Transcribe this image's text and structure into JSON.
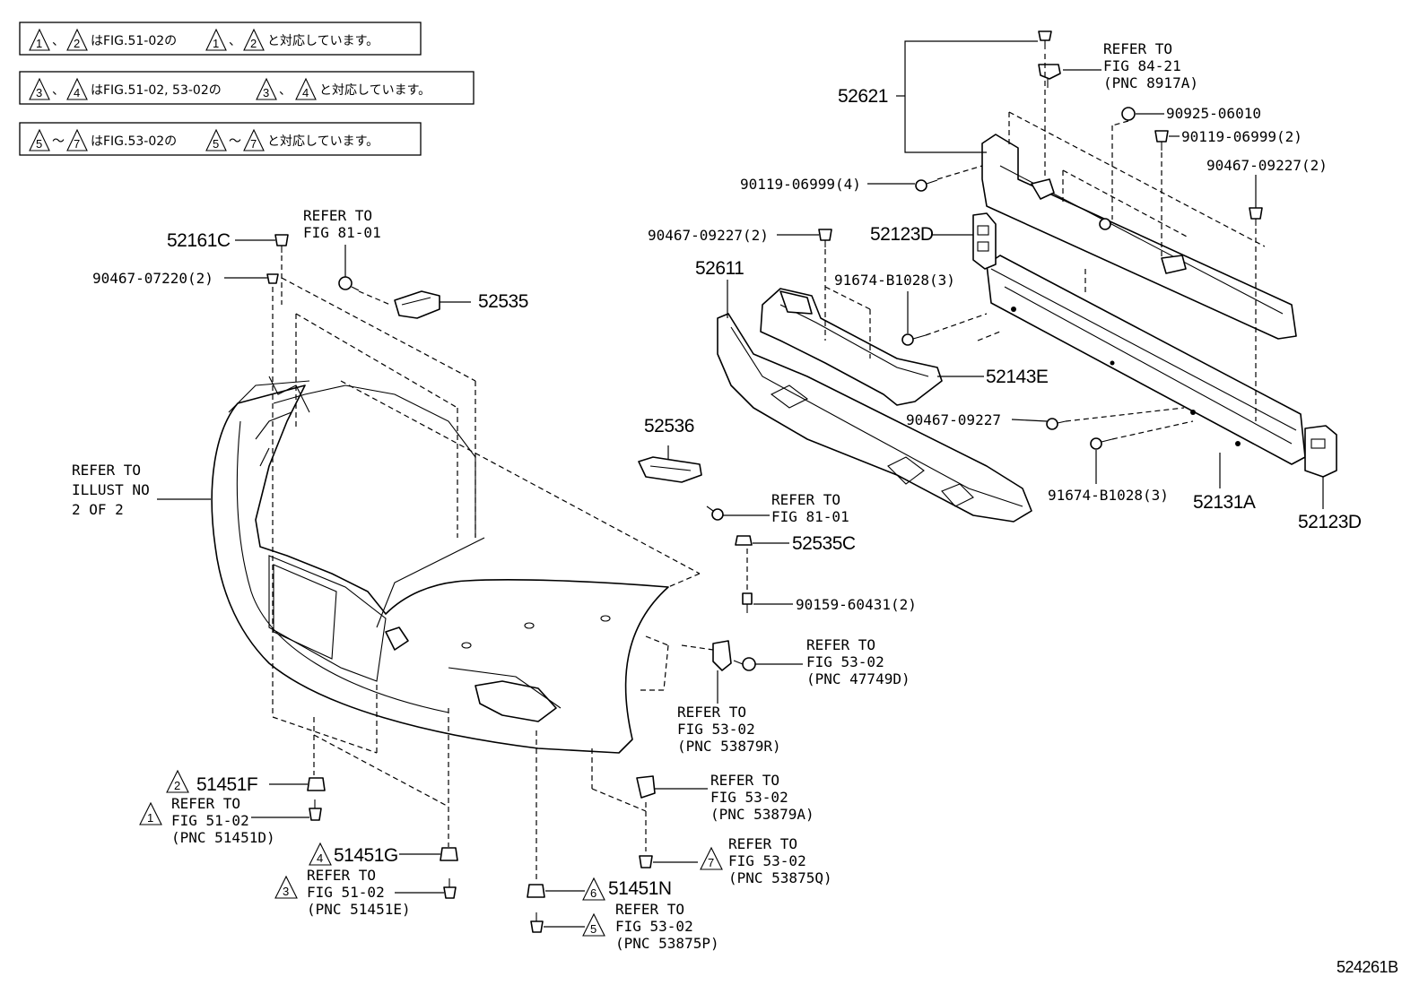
{
  "notes": [
    {
      "t1": "1",
      "t2": "2",
      "text": "はFIG.51-02の",
      "t3": "1",
      "t4": "2",
      "tail": "と対応しています。"
    },
    {
      "t1": "3",
      "t2": "4",
      "text": "はFIG.51-02, 53-02の",
      "t3": "3",
      "t4": "4",
      "tail": "と対応しています。"
    },
    {
      "t1": "5",
      "t2": "7",
      "text": "はFIG.53-02の",
      "t3": "5",
      "t4": "7",
      "tail": "と対応しています。"
    }
  ],
  "labels": {
    "p52621": "52621",
    "ref84_l1": "REFER TO",
    "ref84_l2": "FIG 84-21",
    "ref84_l3": "(PNC 8917A)",
    "p90925": "90925-06010",
    "p90119_2": "90119-06999(2)",
    "p90119_4": "90119-06999(4)",
    "p90467_09227_2a": "90467-09227(2)",
    "p90467_09227_2b": "90467-09227(2)",
    "p52123D_top": "52123D",
    "p52611": "52611",
    "p91674_a": "91674-B1028(3)",
    "p52143E": "52143E",
    "p90467_09227": "90467-09227",
    "p91674_b": "91674-B1028(3)",
    "p52131A": "52131A",
    "p52123D_bot": "52123D",
    "p52161C": "52161C",
    "ref81a_l1": "REFER TO",
    "ref81a_l2": "FIG 81-01",
    "p90467_07220": "90467-07220(2)",
    "p52535": "52535",
    "p52536": "52536",
    "ref81b_l1": "REFER TO",
    "ref81b_l2": "FIG 81-01",
    "p52535C": "52535C",
    "p90159": "90159-60431(2)",
    "illust_l1": "REFER TO",
    "illust_l2": "ILLUST NO",
    "illust_l3": "2 OF 2",
    "ref47749_l1": "REFER TO",
    "ref47749_l2": "FIG 53-02",
    "ref47749_l3": "(PNC 47749D)",
    "ref53879R_l1": "REFER TO",
    "ref53879R_l2": "FIG 53-02",
    "ref53879R_l3": "(PNC 53879R)",
    "ref53879A_l1": "REFER TO",
    "ref53879A_l2": "FIG 53-02",
    "ref53879A_l3": "(PNC 53879A)",
    "ref53875Q_l1": "REFER TO",
    "ref53875Q_l2": "FIG 53-02",
    "ref53875Q_l3": "(PNC 53875Q)",
    "ref53875P_l1": "REFER TO",
    "ref53875P_l2": "FIG 53-02",
    "ref53875P_l3": "(PNC 53875P)",
    "p51451F": "51451F",
    "ref51451D_l1": "REFER TO",
    "ref51451D_l2": "FIG 51-02",
    "ref51451D_l3": "(PNC 51451D)",
    "p51451G": "51451G",
    "ref51451E_l1": "REFER TO",
    "ref51451E_l2": "FIG 51-02",
    "ref51451E_l3": "(PNC 51451E)",
    "p51451N": "51451N",
    "tri_1": "1",
    "tri_2": "2",
    "tri_3": "3",
    "tri_4": "4",
    "tri_5": "5",
    "tri_6": "6",
    "tri_7": "7",
    "diagram_id": "524261B"
  }
}
